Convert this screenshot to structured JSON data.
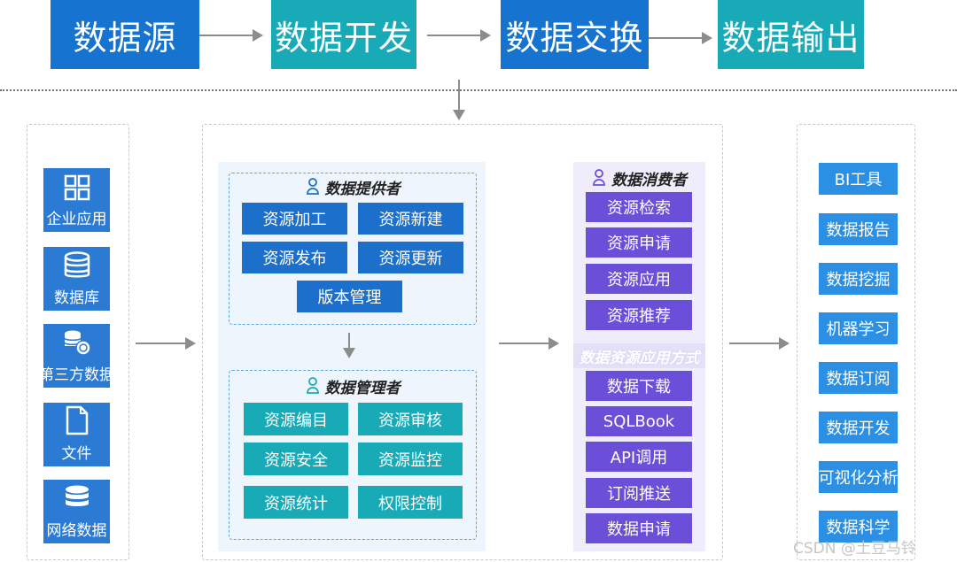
{
  "flow": {
    "steps": [
      "数据源",
      "数据开发",
      "数据交换",
      "数据输出"
    ],
    "colors": [
      "#1673cf",
      "#19aab8",
      "#1673cf",
      "#19aab8"
    ]
  },
  "sources": [
    {
      "label": "企业应用",
      "icon": "grid-icon"
    },
    {
      "label": "数据库",
      "icon": "database-icon"
    },
    {
      "label": "第三方数据",
      "icon": "coins-database-icon"
    },
    {
      "label": "文件",
      "icon": "file-icon"
    },
    {
      "label": "网络数据",
      "icon": "database-icon"
    }
  ],
  "provider": {
    "title": "数据提供者",
    "items": [
      "资源加工",
      "资源新建",
      "资源发布",
      "资源更新",
      "版本管理"
    ]
  },
  "manager": {
    "title": "数据管理者",
    "items": [
      "资源编目",
      "资源审核",
      "资源安全",
      "资源监控",
      "资源统计",
      "权限控制"
    ]
  },
  "consumer": {
    "title": "数据消费者",
    "items": [
      "资源检索",
      "资源申请",
      "资源应用",
      "资源推荐"
    ]
  },
  "methods": {
    "title": "数据资源应用方式",
    "items": [
      "数据下载",
      "SQLBook",
      "API调用",
      "订阅推送",
      "数据申请"
    ]
  },
  "outputs": [
    "BI工具",
    "数据报告",
    "数据挖掘",
    "机器学习",
    "数据订阅",
    "数据开发",
    "可视化分析",
    "数据科学"
  ],
  "watermark": "CSDN @土豆马铃"
}
